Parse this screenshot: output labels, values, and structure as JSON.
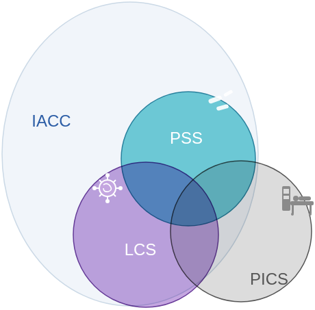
{
  "diagram": {
    "nodes": [
      {
        "text": [
          "IACC"
        ]
      },
      {
        "text": [
          "PSS"
        ],
        "in": 0
      },
      {
        "text": [
          "LCS"
        ],
        "in": 0
      },
      {
        "text": [
          "PICS"
        ]
      }
    ]
  }
}
